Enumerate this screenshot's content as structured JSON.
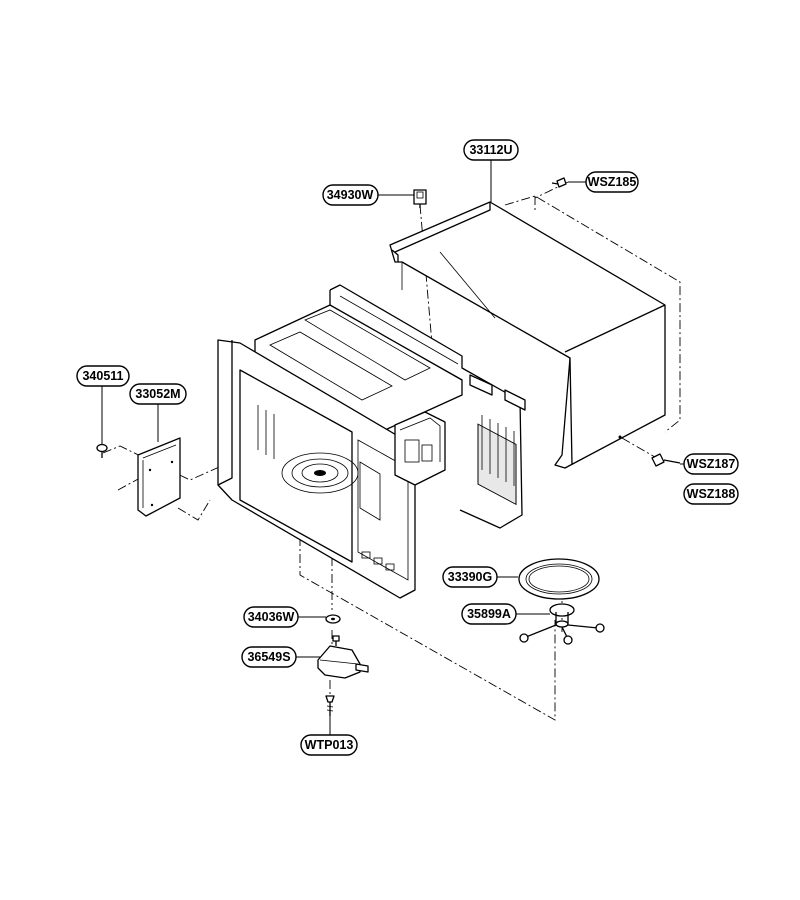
{
  "callouts": {
    "cabinet": "33112U",
    "screw_top": "WSZ185",
    "small_part_top": "34930W",
    "screw_right_1": "WSZ187",
    "screw_right_2": "WSZ188",
    "screw_left": "340511",
    "side_panel": "33052M",
    "glass_tray": "33390G",
    "roller_guide": "35899A",
    "washer": "34036W",
    "motor": "36549S",
    "motor_screw": "WTP013"
  }
}
